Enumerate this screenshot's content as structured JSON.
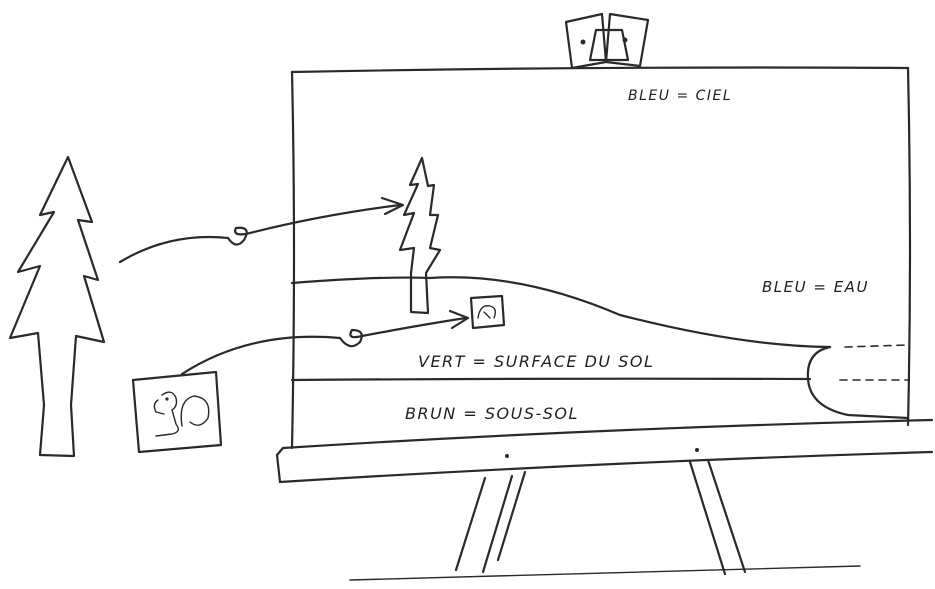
{
  "labels": {
    "sky": "BLEU = CIEL",
    "water": "BLEU = EAU",
    "ground_surface": "VERT = SURFACE DU SOL",
    "subsoil": "BRUN = SOUS-SOL"
  },
  "colors": {
    "ink": "#2a2a2a",
    "paper": "#ffffff"
  },
  "icons": {
    "tree": "tree-icon",
    "squirrel_card": "squirrel-card-icon",
    "easel": "easel-icon"
  }
}
